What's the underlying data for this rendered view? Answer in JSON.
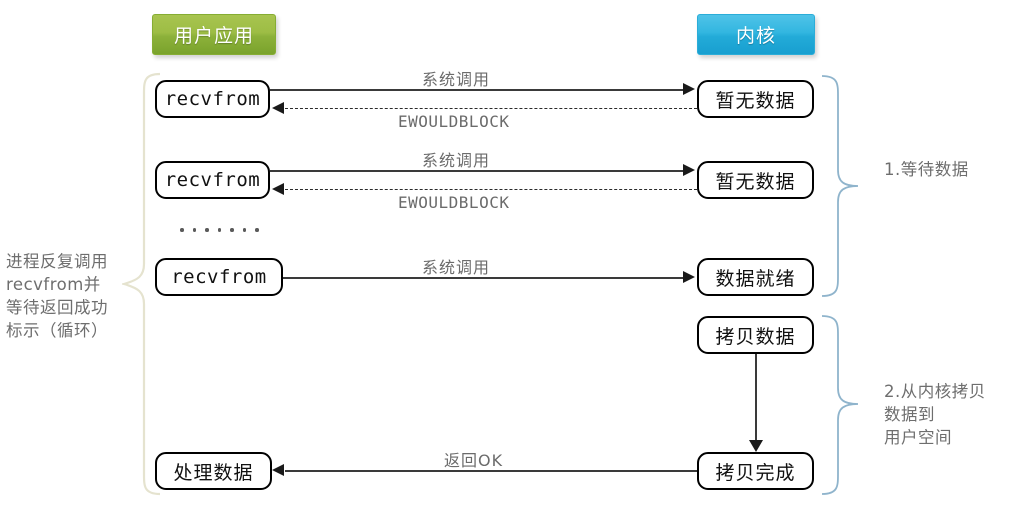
{
  "diagram": {
    "title_user": "用户应用",
    "title_kernel": "内核",
    "left_caption": "进程反复调用\nrecvfrom并\n等待返回成功\n标示（循环）",
    "right_caption_1": "1.等待数据",
    "right_caption_2": "2.从内核拷贝\n   数据到\n   用户空间",
    "colors": {
      "user_pill": "#8cb13a",
      "kernel_pill": "#23abd8",
      "node_border": "#000000",
      "edge_line": "#3a3a3a",
      "label_text": "#6b6b6b",
      "brace_left": "#e8e6d2",
      "brace_right": "#8fb4cc"
    },
    "user_nodes": [
      {
        "label": "recvfrom",
        "kind": "mono"
      },
      {
        "label": "recvfrom",
        "kind": "mono"
      },
      {
        "label": "recvfrom",
        "kind": "mono"
      },
      {
        "label": "处理数据",
        "kind": "cjk"
      }
    ],
    "kernel_nodes": [
      {
        "label": "暂无数据",
        "kind": "cjk"
      },
      {
        "label": "暂无数据",
        "kind": "cjk"
      },
      {
        "label": "数据就绪",
        "kind": "cjk"
      },
      {
        "label": "拷贝数据",
        "kind": "cjk"
      },
      {
        "label": "拷贝完成",
        "kind": "cjk"
      }
    ],
    "edges": [
      {
        "label": "系统调用",
        "style": "solid",
        "direction": "right",
        "script": "cjk"
      },
      {
        "label": "EWOULDBLOCK",
        "style": "dashed",
        "direction": "left",
        "script": "mono"
      },
      {
        "label": "系统调用",
        "style": "solid",
        "direction": "right",
        "script": "cjk"
      },
      {
        "label": "EWOULDBLOCK",
        "style": "dashed",
        "direction": "left",
        "script": "mono"
      },
      {
        "label": "系统调用",
        "style": "solid",
        "direction": "right",
        "script": "cjk"
      },
      {
        "label": "返回OK",
        "style": "solid",
        "direction": "left",
        "script": "cjk"
      }
    ],
    "ellipsis_dot_count": 7
  }
}
